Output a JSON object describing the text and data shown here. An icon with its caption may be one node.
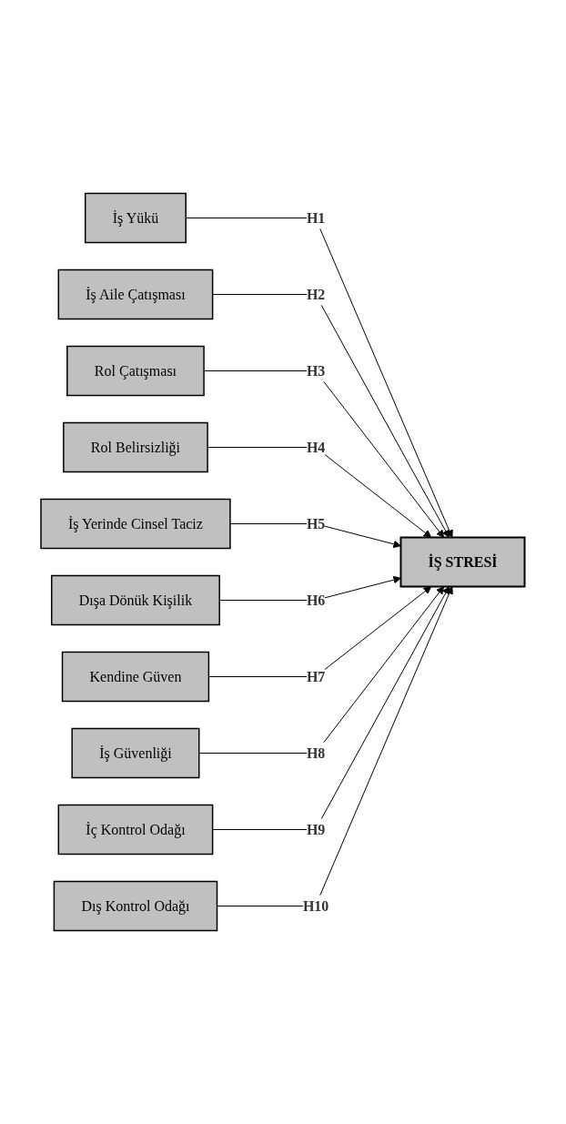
{
  "diagram": {
    "nodes": [
      {
        "text": [
          "İş Yükü"
        ]
      },
      {
        "text": [
          "İş Aile Çatışması"
        ]
      },
      {
        "text": [
          "Rol Çatışması"
        ]
      },
      {
        "text": [
          "Rol Belirsizliği"
        ]
      },
      {
        "text": [
          "İş Yerinde Cinsel Taciz"
        ]
      },
      {
        "text": [
          "İŞ STRESİ"
        ]
      },
      {
        "text": [
          "Dışa Dönük Kişilik"
        ]
      },
      {
        "text": [
          "Kendine Güven"
        ]
      },
      {
        "text": [
          "İş Güvenliği"
        ]
      },
      {
        "text": [
          "İç Kontrol Odağı"
        ]
      },
      {
        "text": [
          "Dış Kontrol Odağı"
        ]
      }
    ],
    "edges": [
      {
        "from": 0,
        "to": 5,
        "arrow": "to",
        "label": "H1"
      },
      {
        "from": 1,
        "to": 5,
        "arrow": "to",
        "label": "H2"
      },
      {
        "from": 2,
        "to": 5,
        "arrow": "to",
        "label": "H3"
      },
      {
        "from": 3,
        "to": 5,
        "arrow": "to",
        "label": "H4"
      },
      {
        "from": 4,
        "to": 5,
        "arrow": "to",
        "label": "H5"
      },
      {
        "from": 6,
        "to": 5,
        "arrow": "to",
        "label": "H6"
      },
      {
        "from": 7,
        "to": 5,
        "arrow": "to",
        "label": "H7"
      },
      {
        "from": 8,
        "to": 5,
        "arrow": "to",
        "label": "H8"
      },
      {
        "from": 9,
        "to": 5,
        "arrow": "to",
        "label": "H9"
      },
      {
        "from": 10,
        "to": 5,
        "arrow": "to",
        "label": "H10"
      }
    ]
  }
}
